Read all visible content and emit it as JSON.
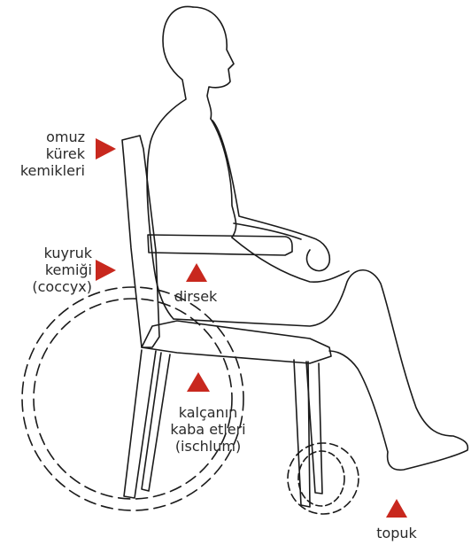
{
  "labels": {
    "shoulder": [
      "omuz",
      "kürek",
      "kemikleri"
    ],
    "tailbone": [
      "kuyruk",
      "kemiği",
      "(coccyx)"
    ],
    "elbow": [
      "dirsek"
    ],
    "buttocks": [
      "kalçanın",
      "kaba etleri",
      "(ischlum)"
    ],
    "heel": [
      "topuk"
    ]
  },
  "colors": {
    "marker": "#c8281e",
    "line": "#1a1a1a",
    "text": "#2a2a2a"
  },
  "icons": {
    "pressure_marker_right": "triangle-right",
    "pressure_marker_up": "triangle-up"
  }
}
